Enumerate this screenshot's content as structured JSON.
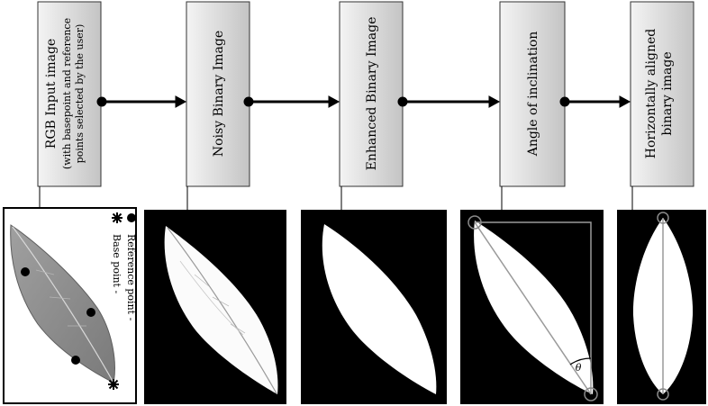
{
  "stages": [
    {
      "title": "RGB Input image",
      "subtitle_1": "(with basepoint and reference",
      "subtitle_2": "points selected by the user)"
    },
    {
      "title": "Noisy Binary Image"
    },
    {
      "title": "Enhanced Binary Image"
    },
    {
      "title": "Angle of inclination"
    },
    {
      "title": "Horizontally aligned",
      "title_2": "binary image"
    }
  ],
  "input_legend": {
    "base_point": "Base point -",
    "reference_point": "Reference  point -"
  },
  "angle_symbol": "θ",
  "colors": {
    "box_gradient_start": "#f2f2f2",
    "box_gradient_end": "#c8c8c8",
    "panel_background": "#000000",
    "leaf_gray": "#8c8c8c"
  }
}
